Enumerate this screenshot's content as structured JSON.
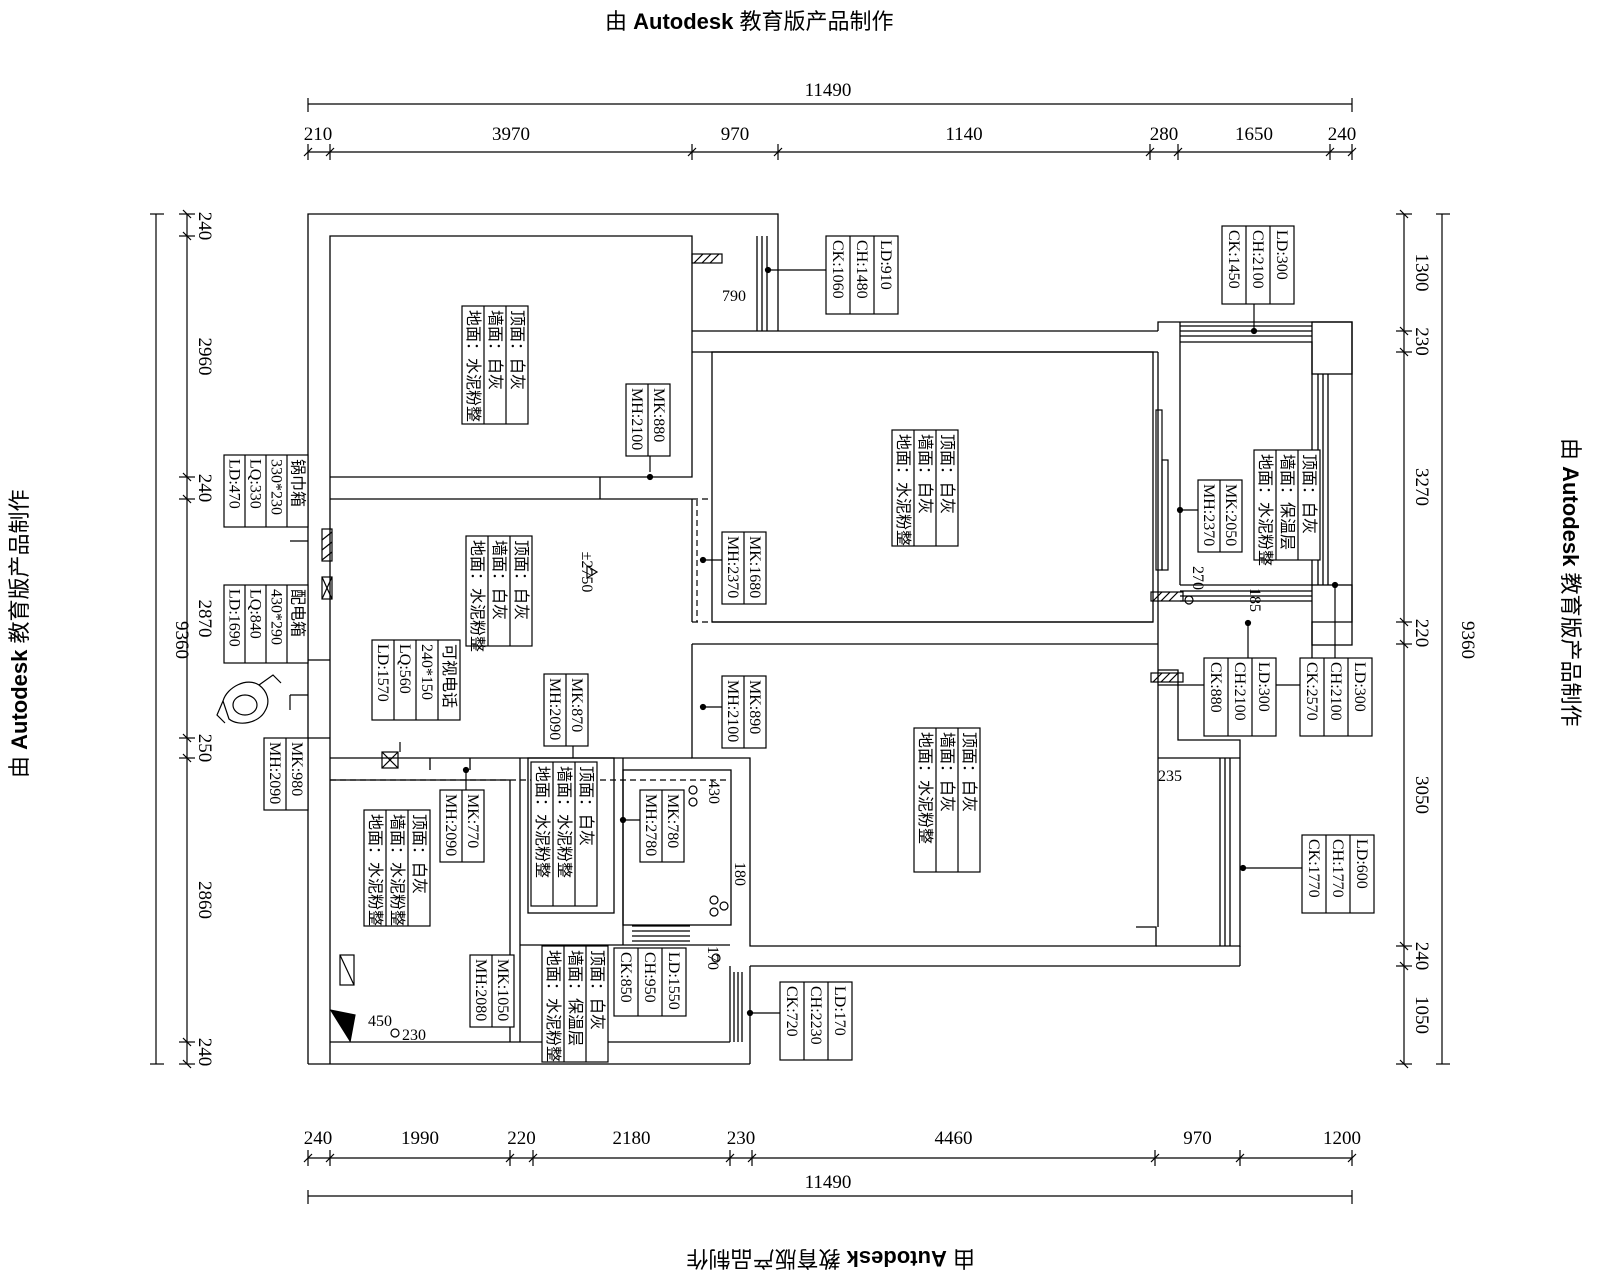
{
  "watermark": {
    "prefix": "由",
    "brand": "Autodesk",
    "suffix": "教育版产品制作"
  },
  "dimensions": {
    "total_width": "11490",
    "total_height": "9360",
    "top": [
      "210",
      "3970",
      "970",
      "1140",
      "280",
      "1650",
      "240"
    ],
    "bottom": [
      "240",
      "1990",
      "220",
      "2180",
      "230",
      "4460",
      "970",
      "1200"
    ],
    "left": [
      "240",
      "2960",
      "240",
      "2870",
      "250",
      "2860",
      "240"
    ],
    "right": [
      "1300",
      "230",
      "3270",
      "220",
      "3050",
      "240",
      "1050"
    ]
  },
  "window_tags": {
    "top_small_window": [
      "LD:910",
      "CH:1480",
      "CK:1060"
    ],
    "top_right_window": [
      "LD:300",
      "CH:2100",
      "CK:1450"
    ],
    "balcony_small": [
      "LD:300",
      "CH:2100",
      "CK:880"
    ],
    "balcony_corner": [
      "LD:300",
      "CH:2100",
      "CK:2570"
    ],
    "right_window": [
      "LD:600",
      "CH:1770",
      "CK:1770"
    ],
    "bottom_kitchen_window": [
      "LD:1550",
      "CH:950",
      "CK:850"
    ],
    "bottom_bath_window": [
      "LD:170",
      "CH:2230",
      "CK:720"
    ]
  },
  "door_tags": {
    "bedroom1_door": [
      "MK:880",
      "MH:2100"
    ],
    "bedroom2_door": [
      "MK:1680",
      "MH:2370"
    ],
    "balcony_door": [
      "MK:2050",
      "MH:2370"
    ],
    "living_door": [
      "MK:870",
      "MH:2090"
    ],
    "bedroom3_door": [
      "MK:890",
      "MH:2100"
    ],
    "entrance_door": [
      "MK:980",
      "MH:2090"
    ],
    "bath_door": [
      "MK:770",
      "MH:2090"
    ],
    "kitchen_door": [
      "MK:780",
      "MH:2780"
    ],
    "bottom_door": [
      "MK:1050",
      "MH:2080"
    ]
  },
  "equipment_tags": {
    "cabinet1": [
      "锅巾箱",
      "330*230",
      "LQ:330",
      "LD:470"
    ],
    "cabinet2": [
      "配电箱",
      "430*290",
      "LQ:840",
      "LD:1690"
    ],
    "tv": [
      "可视电话",
      "240*150",
      "LQ:560",
      "LD:1570"
    ]
  },
  "room_finishes": {
    "bedroom1": [
      "顶面：白灰",
      "墙面：白灰",
      "地面：水泥粉整"
    ],
    "bedroom2": [
      "顶面：白灰",
      "墙面：白灰",
      "地面：水泥粉整"
    ],
    "balcony": [
      "顶面：白灰",
      "墙面：保温层",
      "地面：水泥粉整"
    ],
    "living": [
      "顶面：白灰",
      "墙面：白灰",
      "地面：水泥粉整"
    ],
    "bedroom3": [
      "顶面：白灰",
      "墙面：白灰",
      "地面：水泥粉整"
    ],
    "bath": [
      "顶面：白灰",
      "墙面：水泥粉整",
      "地面：水泥粉整"
    ],
    "hall": [
      "顶面：白灰",
      "墙面：水泥粉整",
      "地面：水泥粉整"
    ],
    "kitchen": [
      "顶面：白灰",
      "墙面：保温层",
      "地面：水泥粉整"
    ]
  },
  "level_mark": "±2750",
  "small_marks": [
    "790",
    "270",
    "185",
    "235",
    "430",
    "180",
    "170",
    "450",
    "230"
  ]
}
